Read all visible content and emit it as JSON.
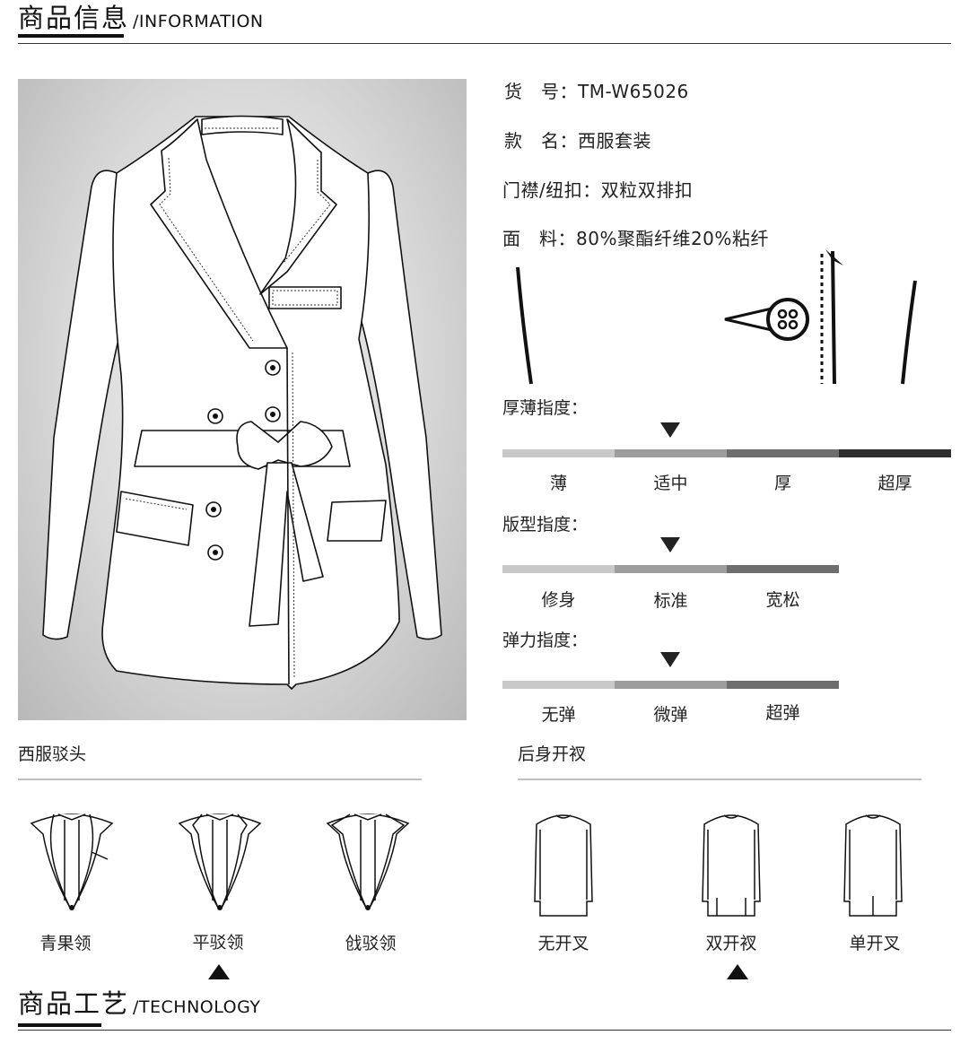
{
  "section_info": {
    "title_cn": "商品信息",
    "title_en": "/INFORMATION"
  },
  "section_tech": {
    "title_cn": "商品工艺",
    "title_en": "/TECHNOLOGY"
  },
  "product": {
    "item_no": "货　号：TM-W65026",
    "style_name": "款　名：西服套装",
    "closure": "门襟/纽扣：双粒双排扣",
    "fabric": "面　料：80%聚酯纤维20%粘纤"
  },
  "thickness": {
    "title": "厚薄指度：",
    "options": [
      "薄",
      "适中",
      "厚",
      "超厚"
    ],
    "selected_index": 1
  },
  "fit": {
    "title": "版型指度：",
    "options": [
      "修身",
      "标准",
      "宽松"
    ],
    "selected_index": 1
  },
  "elasticity": {
    "title": "弹力指度：",
    "options": [
      "无弹",
      "微弹",
      "超弹"
    ],
    "selected_index": 1
  },
  "lapel": {
    "title": "西服驳头",
    "options": [
      "青果领",
      "平驳领",
      "戗驳领"
    ],
    "selected_index": 1
  },
  "vent": {
    "title": "后身开衩",
    "options": [
      "无开叉",
      "双开衩",
      "单开叉"
    ],
    "selected_index": 1
  },
  "colors": {
    "bar_1": "#c8c8c8",
    "bar_2": "#9d9d9d",
    "bar_3": "#6e6e6e",
    "bar_4": "#2e2e2e"
  },
  "icons": [
    "jacket-sketch",
    "button-detail-icon",
    "lapel-icon",
    "vent-icon",
    "selection-arrow-icon"
  ]
}
